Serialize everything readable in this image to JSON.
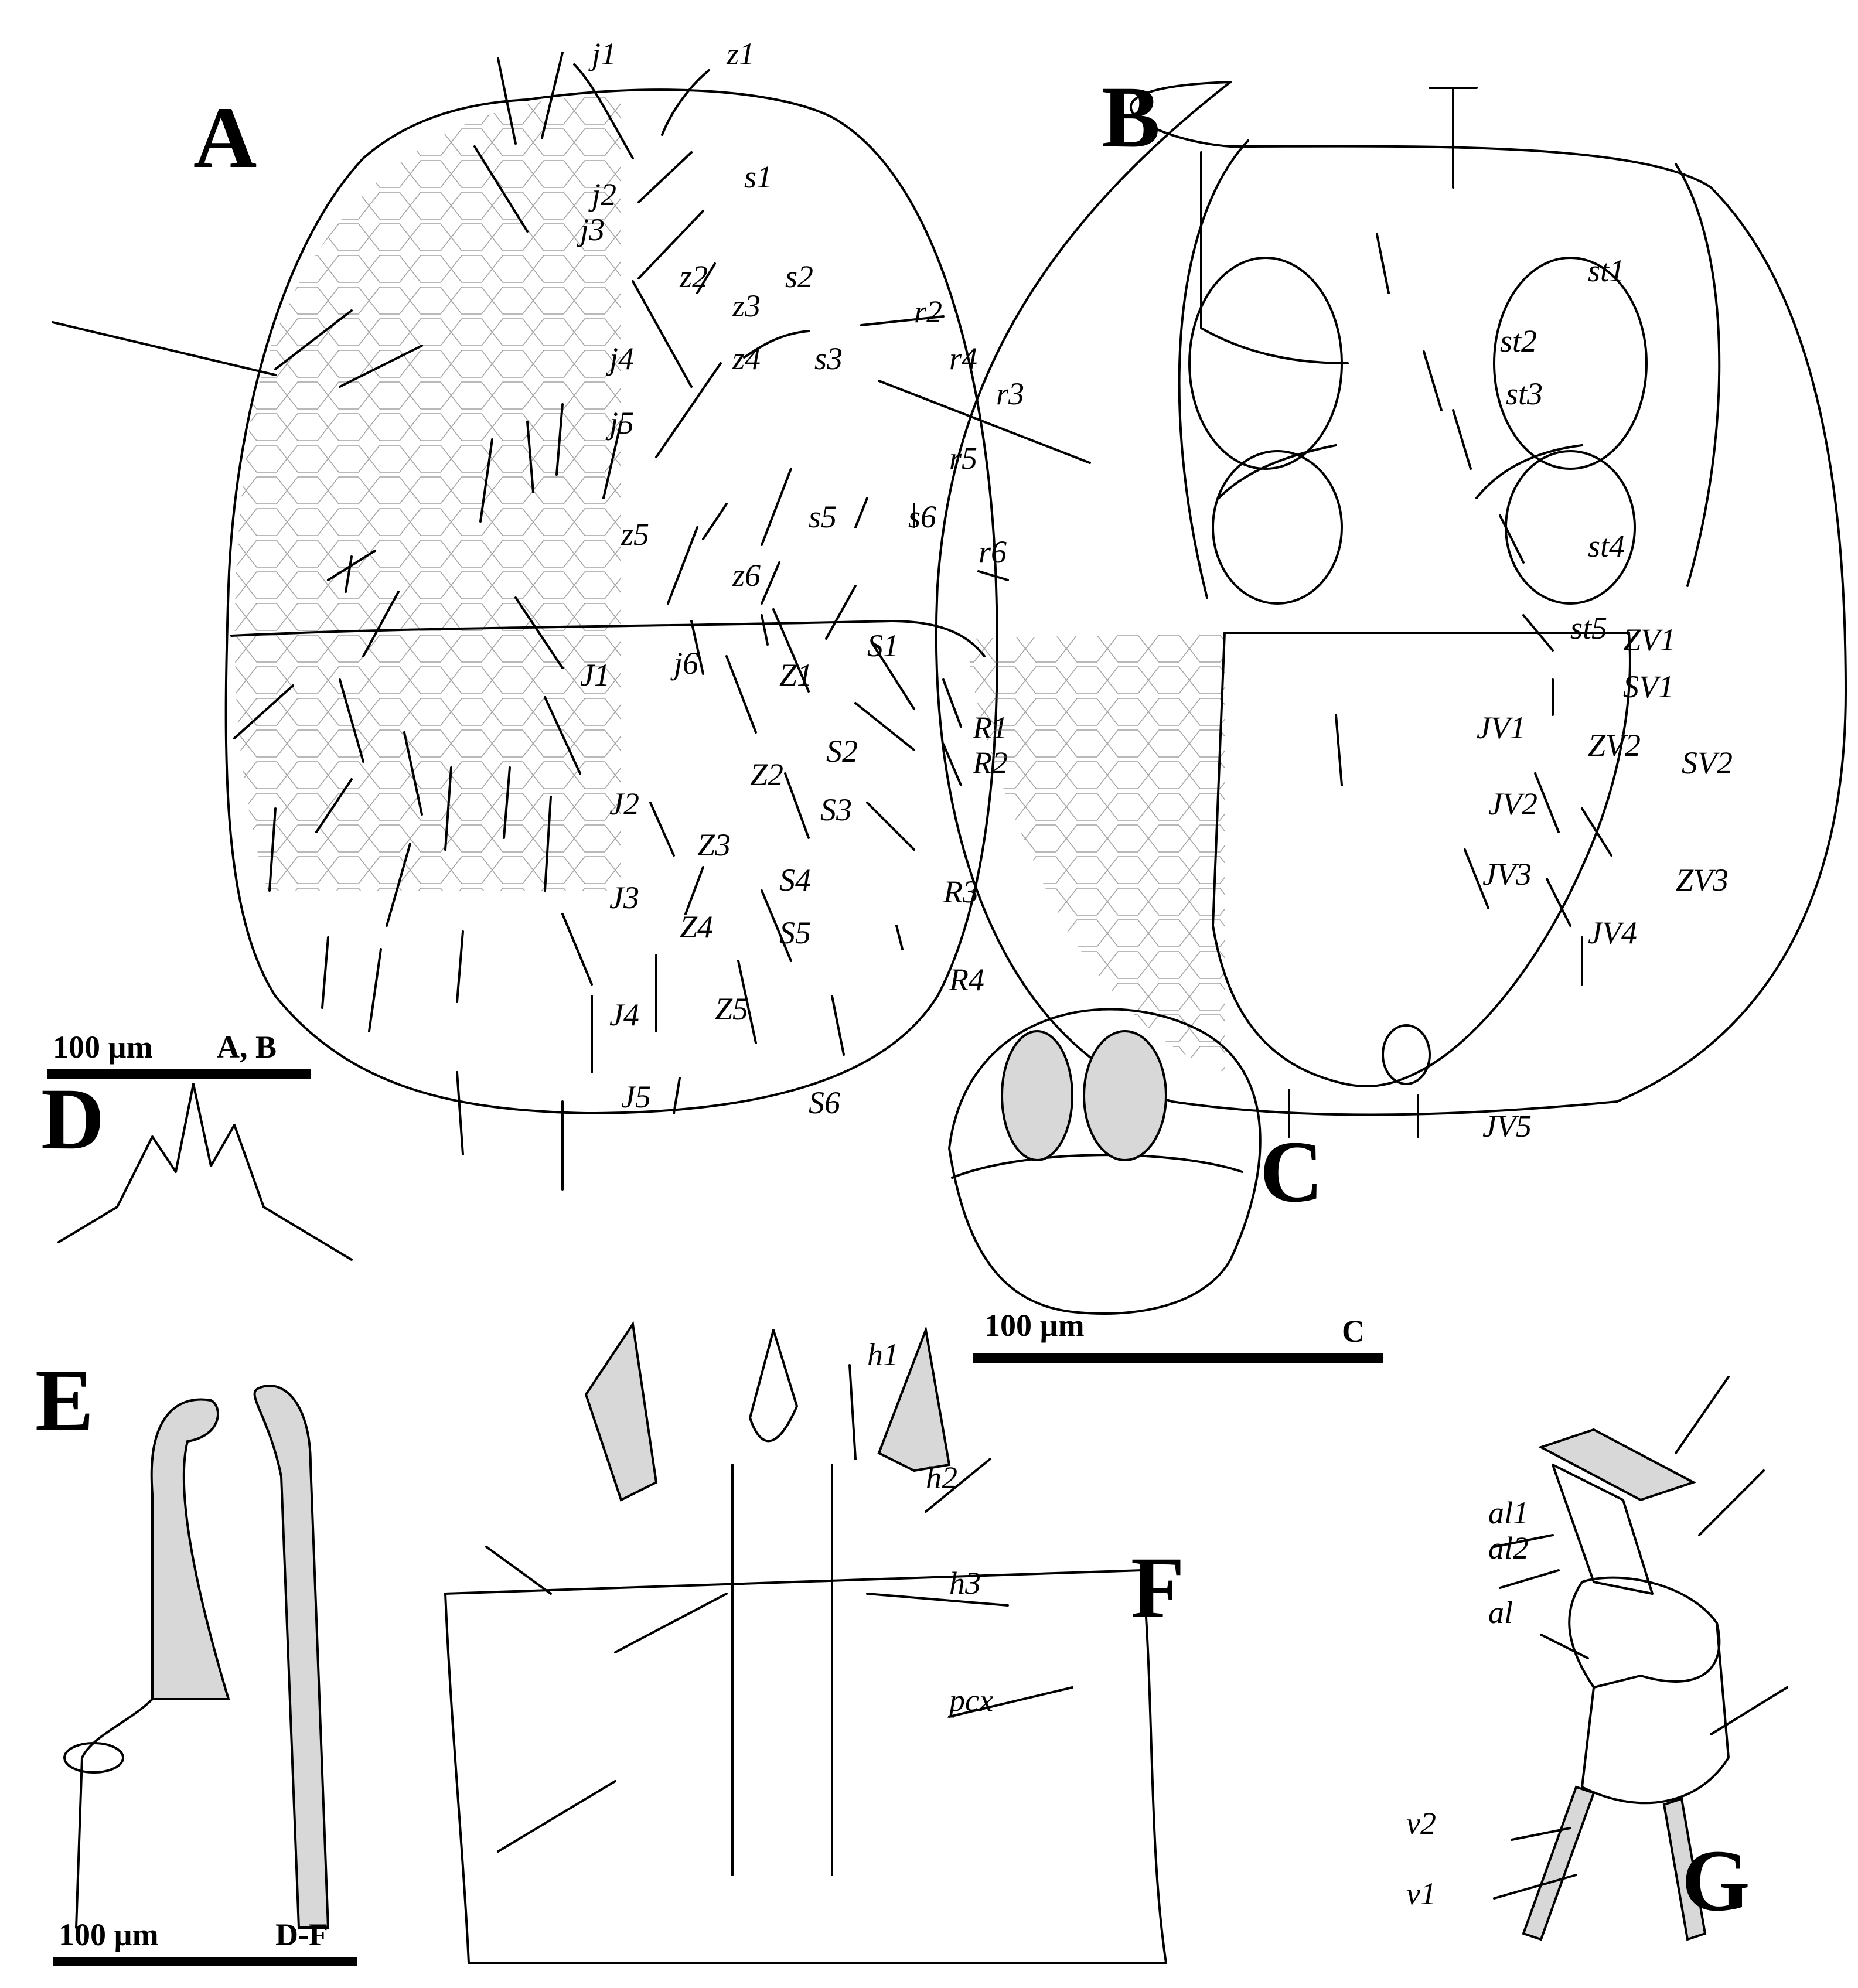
{
  "panels": [
    {
      "id": "A",
      "letter": "A"
    },
    {
      "id": "B",
      "letter": "B"
    },
    {
      "id": "C",
      "letter": "C"
    },
    {
      "id": "D",
      "letter": "D"
    },
    {
      "id": "E",
      "letter": "E"
    },
    {
      "id": "F",
      "letter": "F"
    },
    {
      "id": "G",
      "letter": "G"
    }
  ],
  "scale_bars": [
    {
      "value": "100 µm",
      "panels": "A, B"
    },
    {
      "value": "100 µm",
      "panels": "C"
    },
    {
      "value": "100 µm",
      "panels": "D-F"
    }
  ],
  "labels": {
    "A": [
      "j1",
      "z1",
      "j2",
      "s1",
      "j3",
      "z2",
      "s2",
      "r2",
      "z3",
      "j4",
      "z4",
      "s3",
      "r4",
      "r3",
      "j5",
      "r5",
      "z5",
      "s6",
      "s5",
      "r6",
      "z6",
      "S1",
      "J1",
      "j6",
      "Z1",
      "R1",
      "S2",
      "R2",
      "Z2",
      "J2",
      "S3",
      "Z3",
      "J3",
      "S4",
      "R3",
      "Z4",
      "S5",
      "R4",
      "J4",
      "Z5",
      "S6",
      "J5"
    ],
    "B": [
      "st1",
      "st2",
      "st3",
      "st4",
      "st5",
      "ZV1",
      "SV1",
      "JV1",
      "ZV2",
      "SV2",
      "JV2",
      "JV3",
      "ZV3",
      "JV4",
      "JV5"
    ],
    "F": [
      "h1",
      "h2",
      "h3",
      "pcx"
    ],
    "G": [
      "al1",
      "al2",
      "al",
      "v2",
      "v1"
    ]
  },
  "colors": {
    "ink": "#000000",
    "stipple": "#d8d8d8",
    "background": "#ffffff"
  }
}
